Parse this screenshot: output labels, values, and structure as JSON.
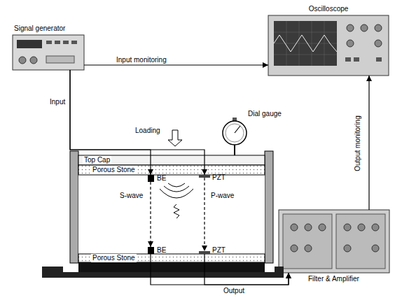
{
  "diagram": {
    "nodes": [
      {
        "text": [
          "Signal generator"
        ]
      },
      {
        "text": [
          "Oscilloscope"
        ]
      },
      {
        "text": [
          "Top Cap"
        ]
      },
      {
        "text": [
          "Porous Stone"
        ]
      },
      {
        "text": [
          "BE"
        ]
      },
      {
        "text": [
          "PZT"
        ]
      },
      {
        "text": [
          "BE"
        ]
      },
      {
        "text": [
          "PZT"
        ]
      },
      {
        "text": [
          "Porous Stone"
        ]
      },
      {
        "text": [
          "Filter & Amplifier"
        ]
      }
    ],
    "edges": [
      {
        "from": 0,
        "to": 1,
        "label": "Input monitoring",
        "arrow": "to"
      },
      {
        "from": 0,
        "to": 4,
        "label": "Input",
        "arrow": "to"
      },
      {
        "from": 0,
        "to": 5,
        "arrow": "to"
      },
      {
        "from": 4,
        "to": 6,
        "label": "S-wave",
        "arrow": "to"
      },
      {
        "from": 5,
        "to": 7,
        "label": "P-wave",
        "arrow": "to"
      },
      {
        "from": 6,
        "to": 9,
        "label": "Output",
        "arrow": "to"
      },
      {
        "from": 7,
        "to": 9,
        "arrow": "to"
      },
      {
        "from": 9,
        "to": 1,
        "label": "Output monitoring",
        "arrow": "to"
      }
    ],
    "labels": [
      "Loading",
      "Dial gauge"
    ]
  }
}
